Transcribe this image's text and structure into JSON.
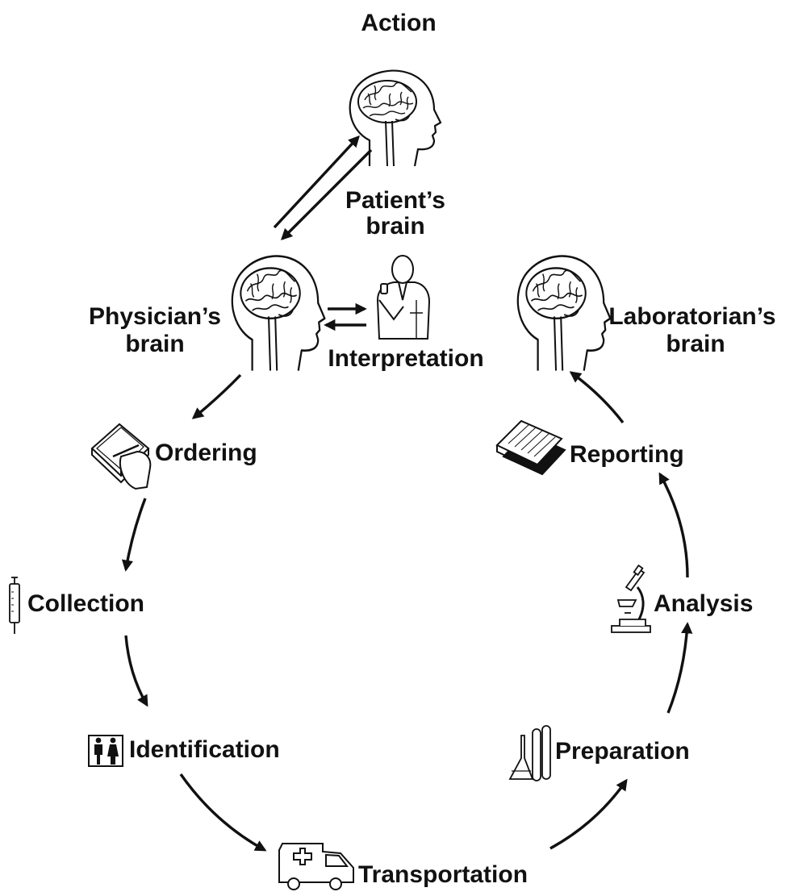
{
  "title": "Action",
  "nodes": {
    "patient": {
      "line1": "Patient’s",
      "line2": "brain",
      "icon": "head-brain-icon"
    },
    "physician": {
      "line1": "Physician’s",
      "line2": "brain",
      "icon": "head-brain-icon"
    },
    "laboratorian": {
      "line1": "Laboratorian’s",
      "line2": "brain",
      "icon": "head-brain-icon"
    },
    "interpretation": {
      "label": "Interpretation",
      "icon": "doctor-icon"
    }
  },
  "steps": [
    {
      "label": "Ordering",
      "icon": "order-form-icon"
    },
    {
      "label": "Collection",
      "icon": "syringe-icon"
    },
    {
      "label": "Identification",
      "icon": "restroom-people-icon"
    },
    {
      "label": "Transportation",
      "icon": "ambulance-icon"
    },
    {
      "label": "Preparation",
      "icon": "lab-glassware-icon"
    },
    {
      "label": "Analysis",
      "icon": "microscope-icon"
    },
    {
      "label": "Reporting",
      "icon": "report-papers-icon"
    }
  ],
  "colors": {
    "ink": "#111111",
    "background": "#ffffff"
  }
}
